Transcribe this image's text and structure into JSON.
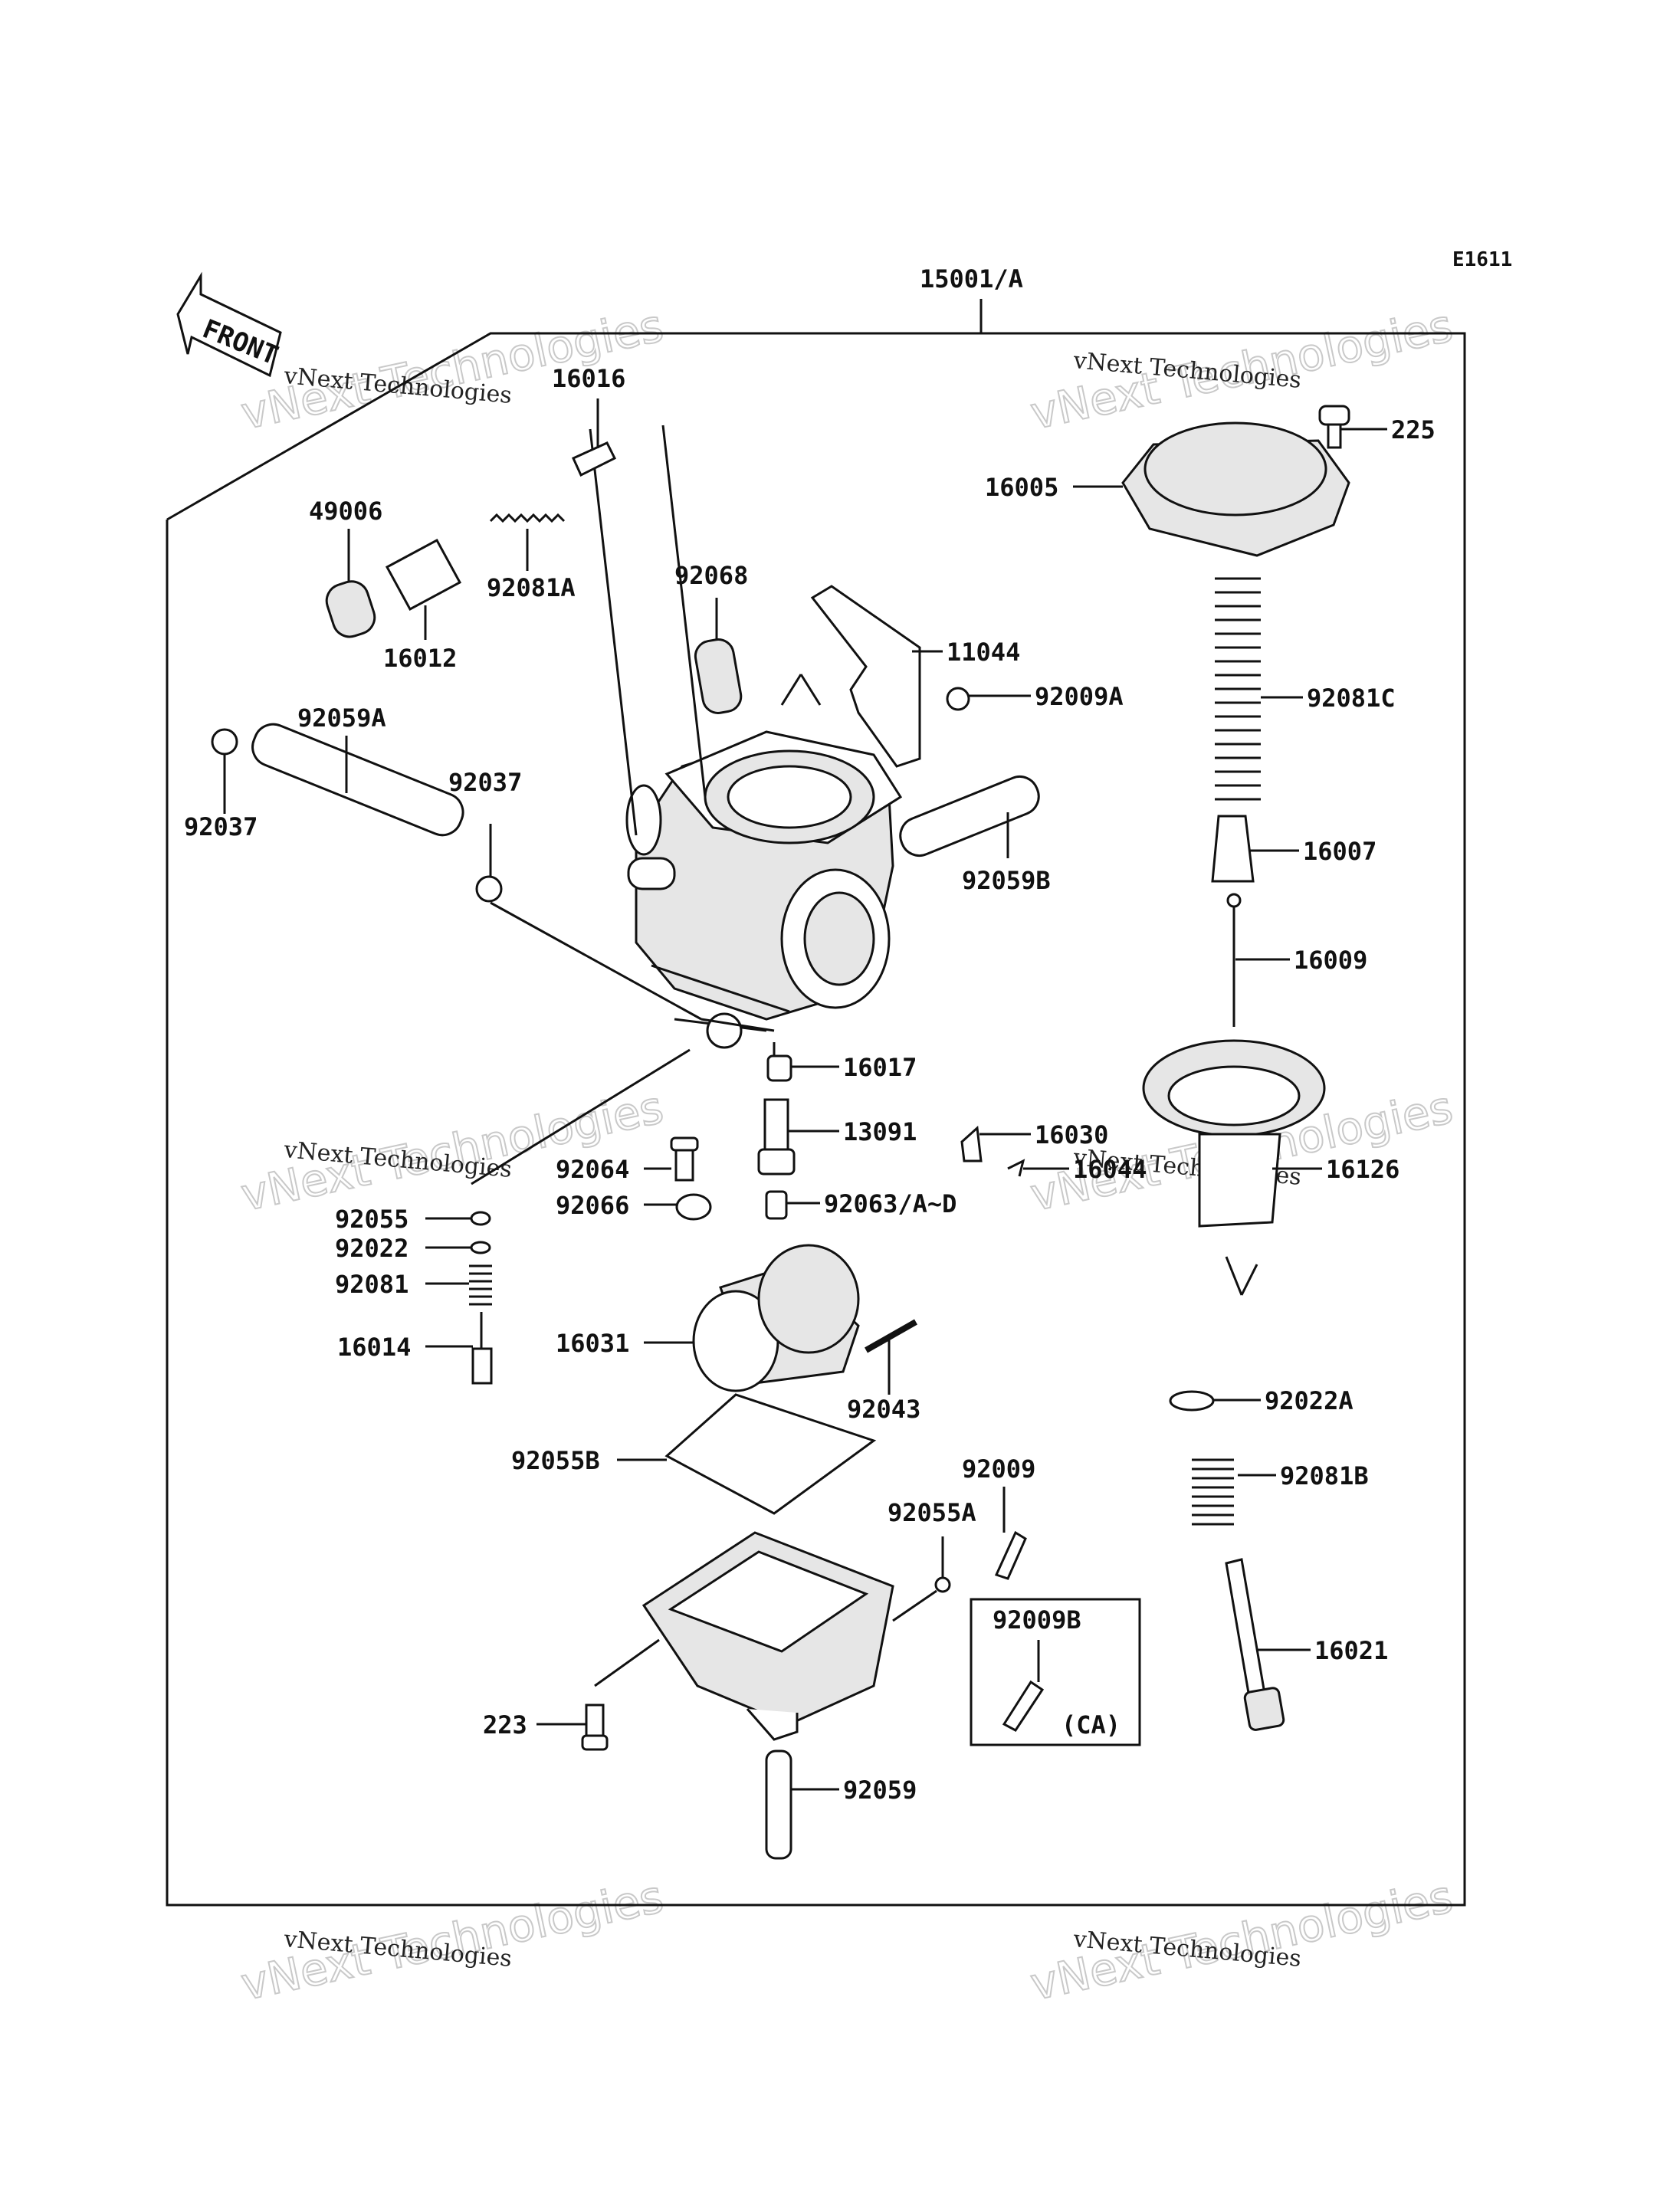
{
  "diagram": {
    "code": "E1611",
    "assembly": "15001/A",
    "front_label": "FRONT",
    "note_ca": "(CA)",
    "watermark_small": "vNext Technologies",
    "watermark_big": "vNext Technologies",
    "parts": [
      {
        "id": "p16016",
        "label": "16016"
      },
      {
        "id": "p49006",
        "label": "49006"
      },
      {
        "id": "p92081a",
        "label": "92081A"
      },
      {
        "id": "p16012",
        "label": "16012"
      },
      {
        "id": "p92068",
        "label": "92068"
      },
      {
        "id": "p11044",
        "label": "11044"
      },
      {
        "id": "p92009a",
        "label": "92009A"
      },
      {
        "id": "p92059a",
        "label": "92059A"
      },
      {
        "id": "p92037l",
        "label": "92037"
      },
      {
        "id": "p92037",
        "label": "92037"
      },
      {
        "id": "p92059b",
        "label": "92059B"
      },
      {
        "id": "p225",
        "label": "225"
      },
      {
        "id": "p16005",
        "label": "16005"
      },
      {
        "id": "p92081c",
        "label": "92081C"
      },
      {
        "id": "p16007",
        "label": "16007"
      },
      {
        "id": "p16009",
        "label": "16009"
      },
      {
        "id": "p16017",
        "label": "16017"
      },
      {
        "id": "p13091",
        "label": "13091"
      },
      {
        "id": "p16030",
        "label": "16030"
      },
      {
        "id": "p16044",
        "label": "16044"
      },
      {
        "id": "p16126",
        "label": "16126"
      },
      {
        "id": "p92064",
        "label": "92064"
      },
      {
        "id": "p92066",
        "label": "92066"
      },
      {
        "id": "p92063",
        "label": "92063/A~D"
      },
      {
        "id": "p92055",
        "label": "92055"
      },
      {
        "id": "p92022",
        "label": "92022"
      },
      {
        "id": "p92081",
        "label": "92081"
      },
      {
        "id": "p16014",
        "label": "16014"
      },
      {
        "id": "p16031",
        "label": "16031"
      },
      {
        "id": "p92043",
        "label": "92043"
      },
      {
        "id": "p92055b",
        "label": "92055B"
      },
      {
        "id": "p92022a",
        "label": "92022A"
      },
      {
        "id": "p92081b",
        "label": "92081B"
      },
      {
        "id": "p92009",
        "label": "92009"
      },
      {
        "id": "p92055a",
        "label": "92055A"
      },
      {
        "id": "p92009b",
        "label": "92009B"
      },
      {
        "id": "p16021",
        "label": "16021"
      },
      {
        "id": "p223",
        "label": "223"
      },
      {
        "id": "p92059",
        "label": "92059"
      }
    ]
  }
}
